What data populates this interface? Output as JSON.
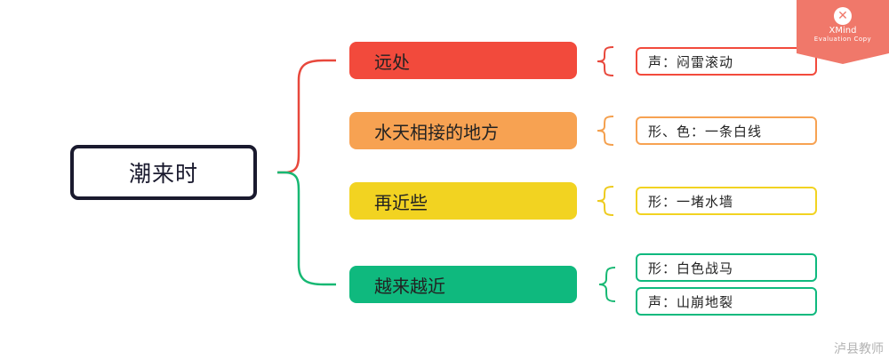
{
  "root": {
    "label": "潮来时"
  },
  "branches": [
    {
      "label": "远处",
      "color": "#f24a3c",
      "leaves": [
        {
          "label": "声：闷雷滚动"
        }
      ]
    },
    {
      "label": "水天相接的地方",
      "color": "#f7a252",
      "leaves": [
        {
          "label": "形、色：一条白线"
        }
      ]
    },
    {
      "label": "再近些",
      "color": "#f2d321",
      "leaves": [
        {
          "label": "形：一堵水墙"
        }
      ]
    },
    {
      "label": "越来越近",
      "color": "#0fb97e",
      "leaves": [
        {
          "label": "形：白色战马"
        },
        {
          "label": "声：山崩地裂"
        }
      ]
    }
  ],
  "badge": {
    "mark": "✕",
    "brand": "XMind",
    "subtitle": "Evaluation Copy"
  },
  "watermark": "泸县教师"
}
